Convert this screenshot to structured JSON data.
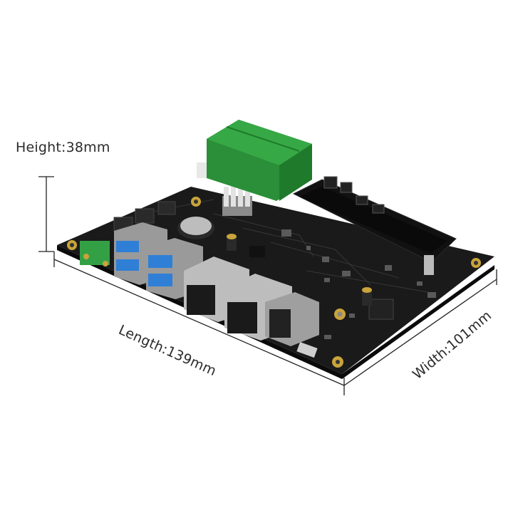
{
  "dimensions": {
    "height": "Height:38mm",
    "length": "Length:139mm",
    "width": "Width:101mm"
  },
  "product": {
    "board_color": "#151515",
    "terminal_color": "#2e9b3e",
    "usb_color": "#2f7fd6",
    "components": [
      "power-terminal",
      "usb3-ports",
      "rj45-ports",
      "hdmi-port",
      "micro-usb-port",
      "green-terminal-block",
      "heatsink",
      "coin-battery",
      "so-dimm-slot",
      "mounting-holes"
    ]
  }
}
